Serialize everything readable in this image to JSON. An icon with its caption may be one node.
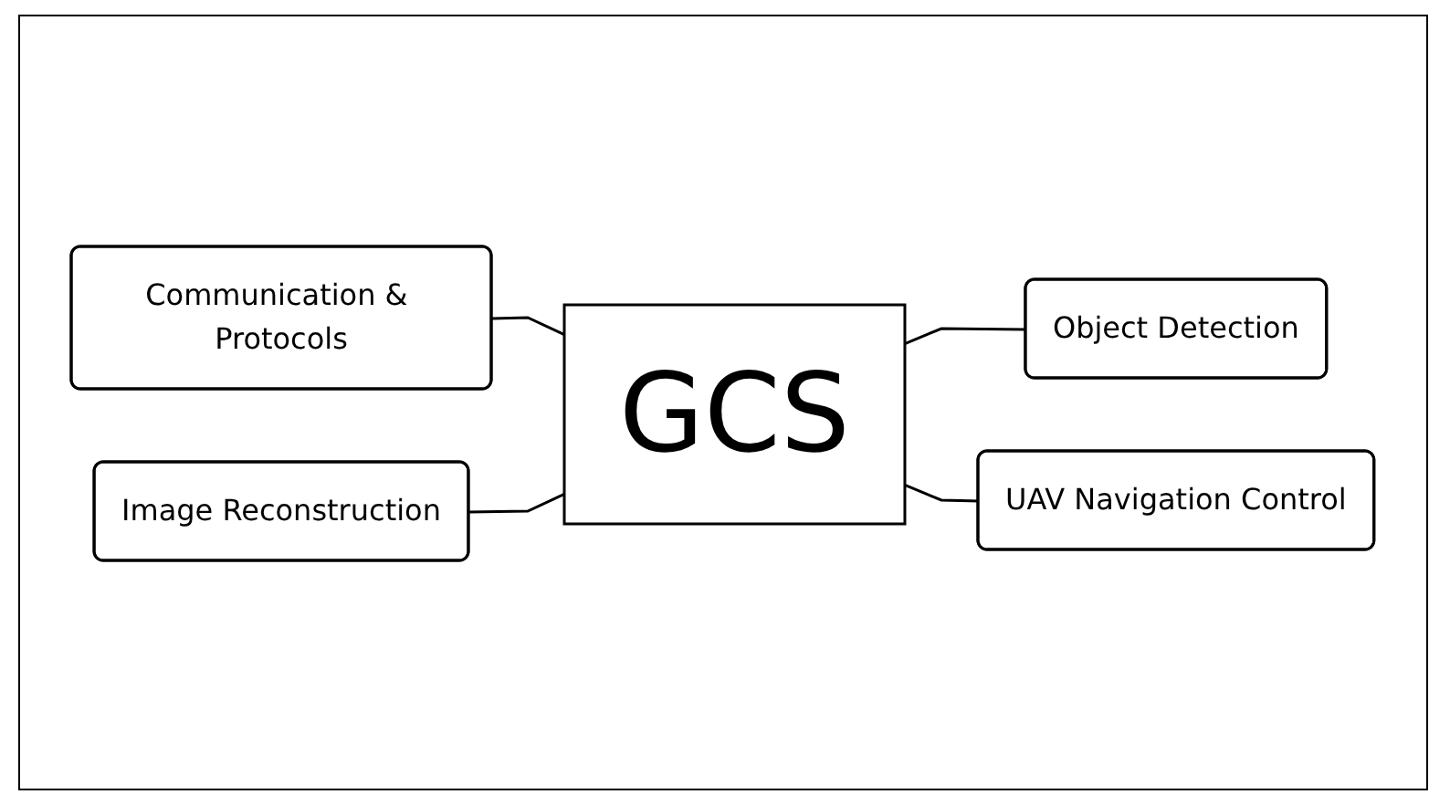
{
  "diagram": {
    "nodes": [
      {
        "text": [
          "Communication & Protocols"
        ]
      },
      {
        "text": [
          "Image Reconstruction"
        ]
      },
      {
        "text": [
          "GCS"
        ]
      },
      {
        "text": [
          "Object Detection"
        ]
      },
      {
        "text": [
          "UAV Navigation Control"
        ]
      }
    ],
    "edges": [
      {
        "from": 0,
        "to": 2,
        "arrow": "none"
      },
      {
        "from": 1,
        "to": 2,
        "arrow": "none"
      },
      {
        "from": 2,
        "to": 3,
        "arrow": "none"
      },
      {
        "from": 2,
        "to": 4,
        "arrow": "none"
      }
    ]
  }
}
